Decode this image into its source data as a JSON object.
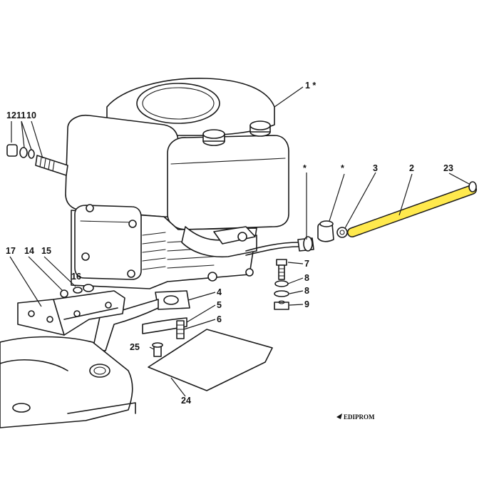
{
  "callouts": {
    "c1": "1 *",
    "c12": "12",
    "c11": "11",
    "c10": "10",
    "c_star1": "*",
    "c_star2": "*",
    "c3": "3",
    "c2": "2",
    "c23": "23",
    "c7": "7",
    "c8a": "8",
    "c8b": "8",
    "c9": "9",
    "c4": "4",
    "c5": "5",
    "c6": "6",
    "c17": "17",
    "c14": "14",
    "c15": "15",
    "c16": "16",
    "c25": "25",
    "c24": "24"
  },
  "watermark": "EDIPROM",
  "colors": {
    "highlight": "#ffe94d",
    "line": "#1a1a1a",
    "background": "#ffffff"
  }
}
